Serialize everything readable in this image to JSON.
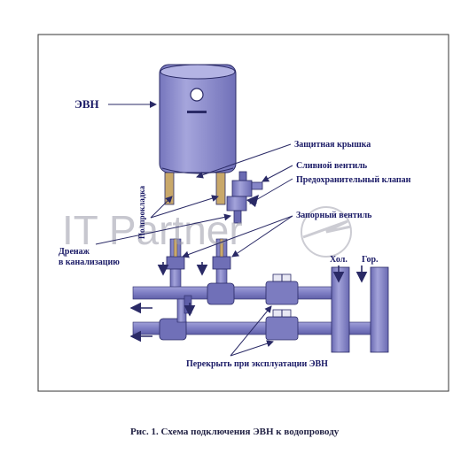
{
  "labels": {
    "evn": "ЭВН",
    "protective_cover": "Защитная крышка",
    "drain_valve": "Сливной вентиль",
    "safety_valve": "Предохранительный клапан",
    "shutoff_valve": "Запорный вентиль",
    "drain_line": "Дренаж",
    "to_sewer": "в канализацию",
    "gasket": "Полпрокладка",
    "cold": "Хол.",
    "hot": "Гор.",
    "close_note": "Перекрыть при эксплуатации ЭВН"
  },
  "caption": "Рис. 1.  Схема подключения ЭВН к водопроводу",
  "watermark": "IT Partner",
  "colors": {
    "tank": "#8e8ece",
    "pipe": "#8585c8",
    "pipe_dark": "#6262ad",
    "stroke": "#2a2a66",
    "label": "#1a1a66",
    "frame": "#333333",
    "watermark": "#9a9aa8"
  }
}
